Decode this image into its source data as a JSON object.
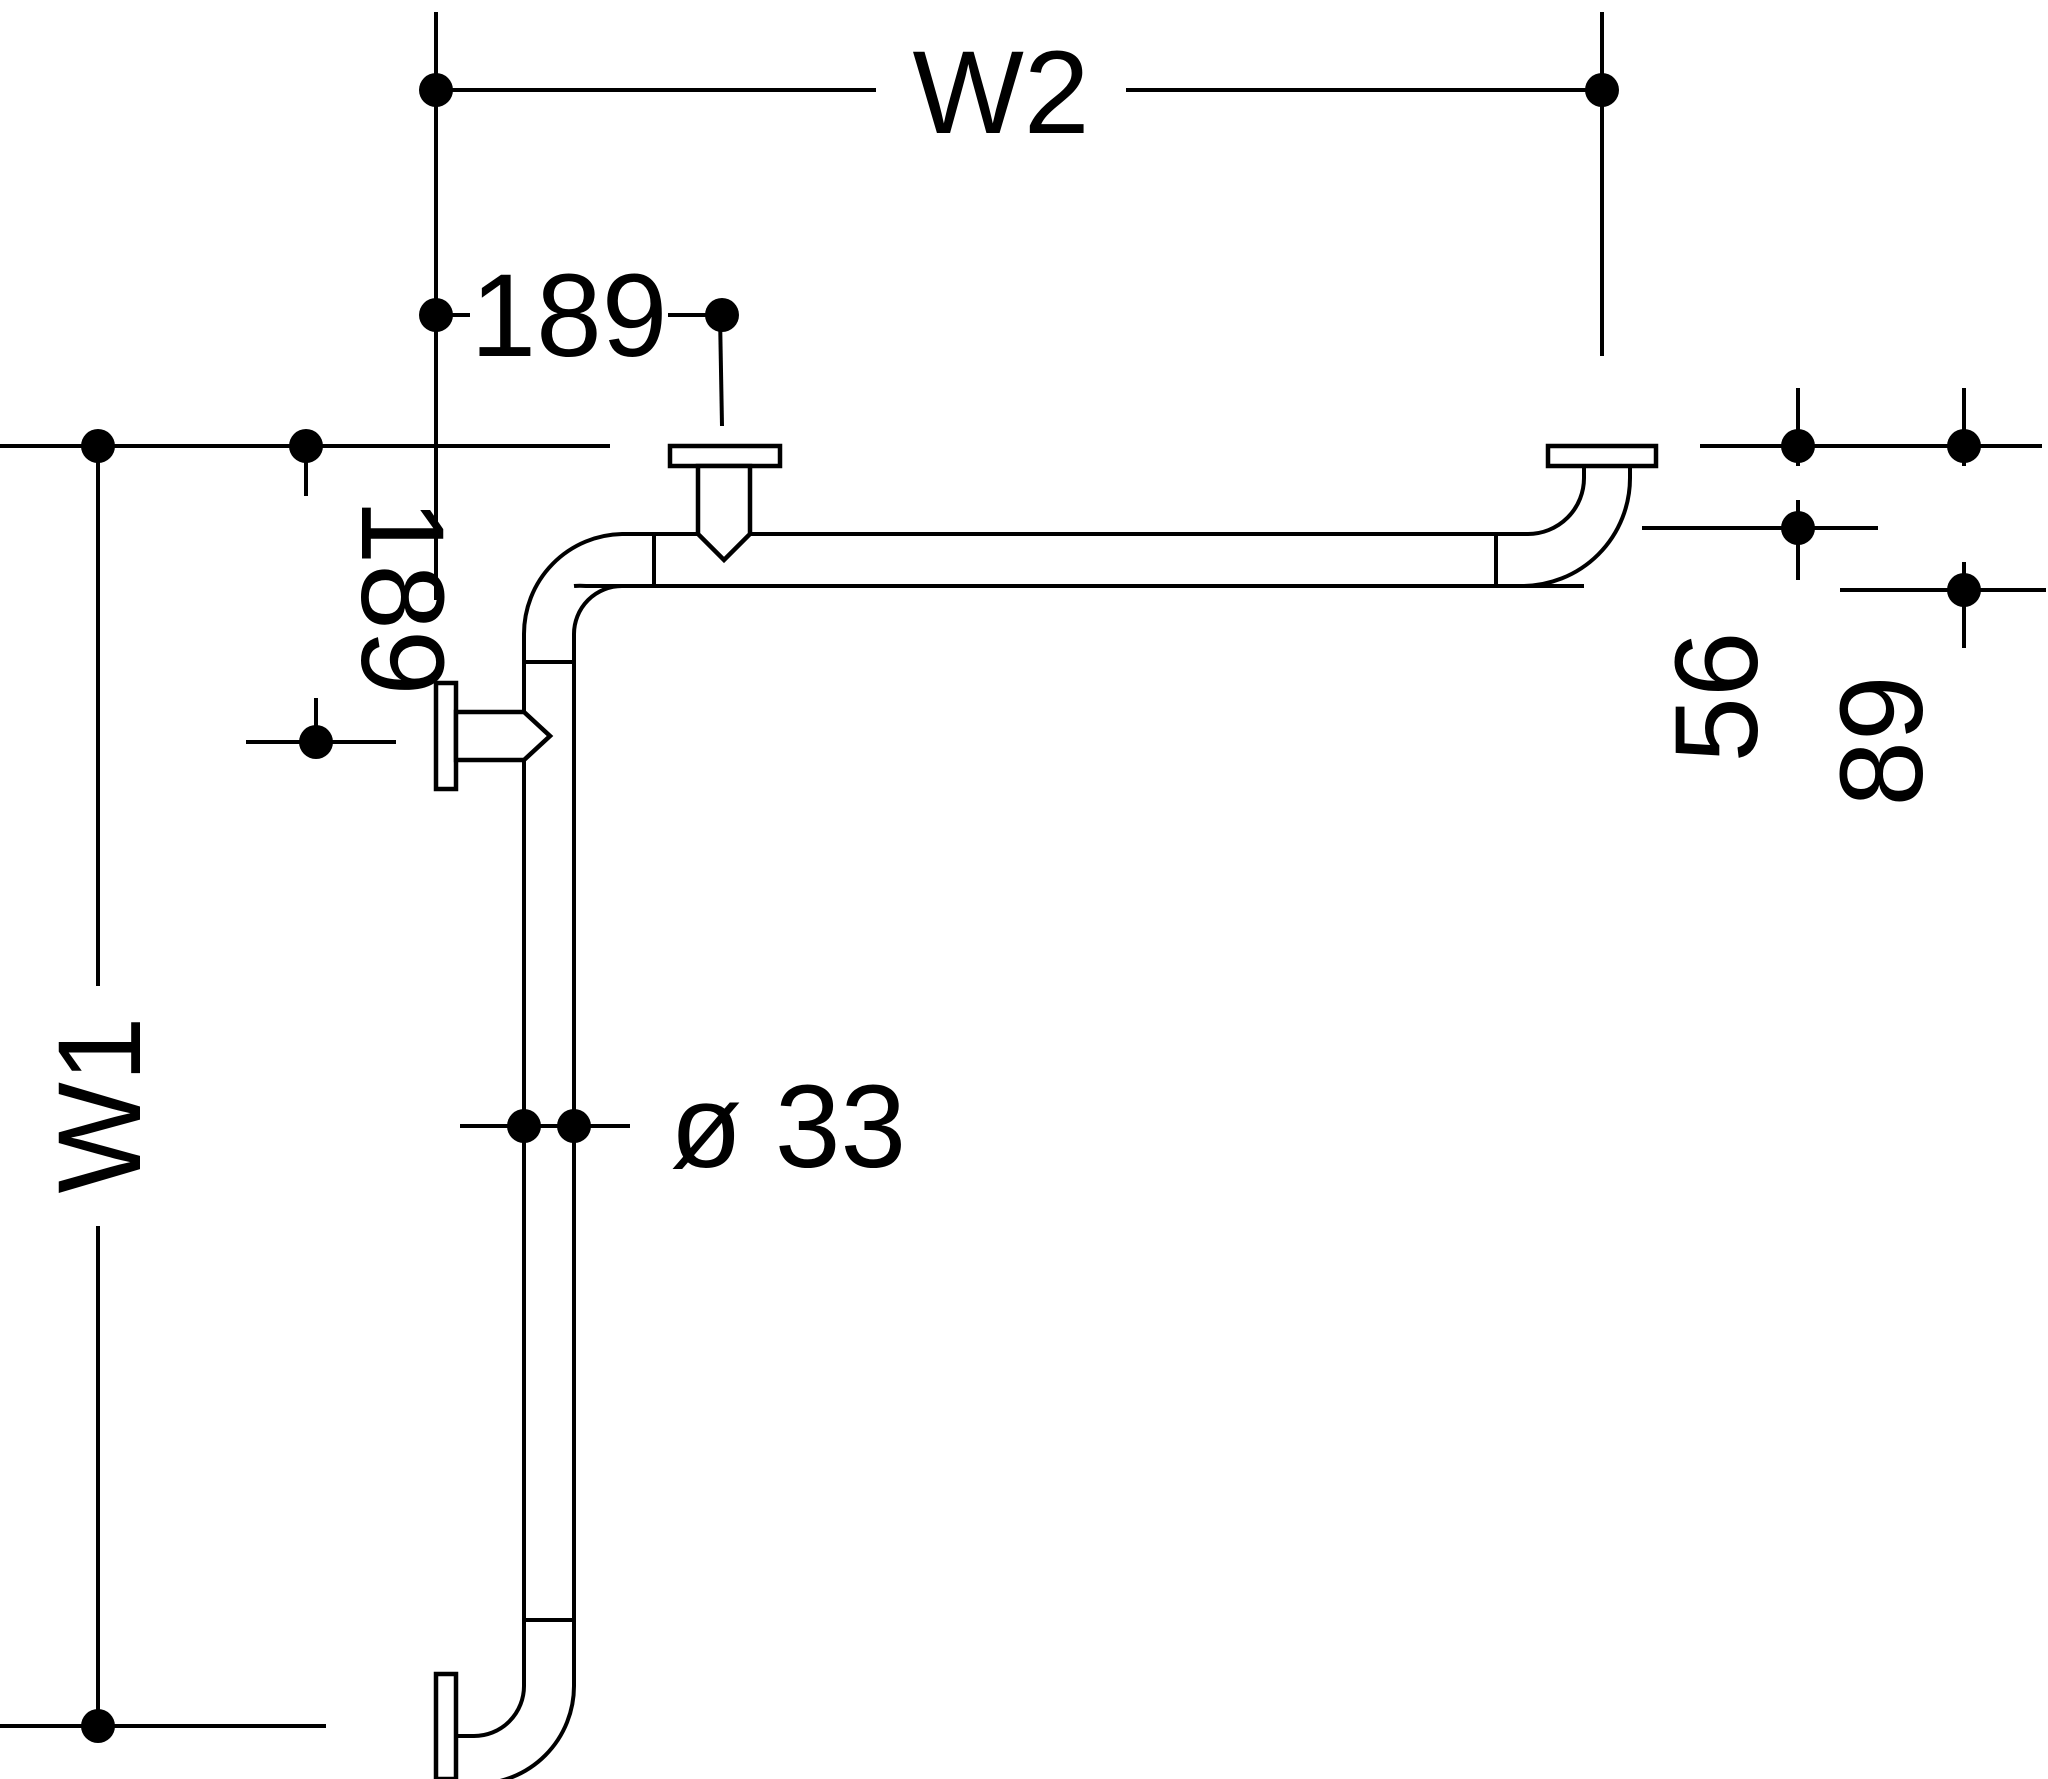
{
  "drawing": {
    "labels": {
      "w2": "W2",
      "w1": "W1",
      "offset_top": "189",
      "offset_left": "189",
      "diameter": "ø 33",
      "dim_56": "56",
      "dim_89": "89"
    },
    "colors": {
      "line": "#000000",
      "background": "#ffffff"
    }
  }
}
